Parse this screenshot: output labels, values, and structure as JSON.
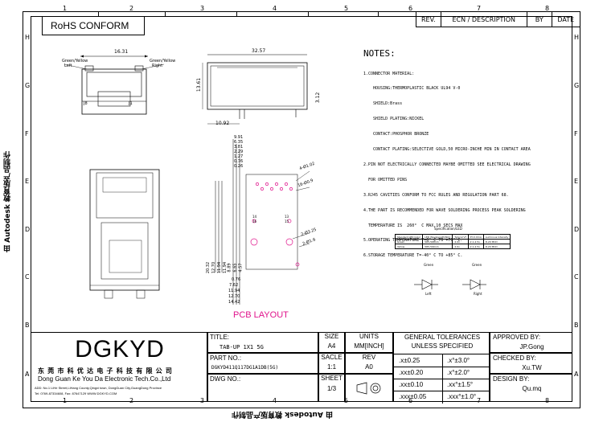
{
  "rohs_label": "RoHS CONFORM",
  "zones": {
    "columns": [
      "1",
      "2",
      "3",
      "4",
      "5",
      "6",
      "7",
      "8"
    ],
    "rows": [
      "H",
      "G",
      "F",
      "E",
      "D",
      "C",
      "B",
      "A"
    ]
  },
  "revision_table": {
    "rev": "REV.",
    "ecn": "ECN / DESCRIPTION",
    "by": "BY",
    "date": "DATE"
  },
  "notes": {
    "title": "NOTES:",
    "lines": [
      "1.CONNECTOR MATERIAL:",
      "    HOUSING:THERMOPLASTIC BLACK UL94 V-0",
      "    SHIELD:Brass",
      "    SHIELD PLATING:NICKEL",
      "    CONTACT:PHOSPHOR BRONZE",
      "    CONTACT PLATING:SELECTIVE GOLD,50 MICRO-INCHE MIN IN CONTACT AREA",
      "2.PIN NOT ELECTRICALLY CONNECTED MAYBE OMITTED SEE ELECTRICAL DRAWING",
      "  FOR OMITTED PINS",
      "3.RJ45 CAVITIES CONFORM TO FCC RULES AND REGULATION PART 68.",
      "4.THE PART IS RECOMMENDED FOR WAVE SOLDERING PROCESS PEAK SOLDERING",
      "  TEMPERATURE IS  260°  C MAX,10 SECS MAX",
      "5.OPERATING TEMPERATURE T=0° C TO +70° C.",
      "6.STORAGE TEMPERATURE T=-40° C TO +85° C."
    ]
  },
  "led_spec": {
    "title": "Specification/LED",
    "headers": [
      "Standard LED Color",
      "LED Wavelength(Nm)",
      "Typical Vf",
      "If=2.0mA",
      "Luminous Intensity"
    ],
    "rows": [
      [
        "Green",
        "565-568nm",
        "2.0v",
        "2.1-2.5v",
        "8-20 MCD"
      ],
      [
        "Yellow",
        "585-590nm",
        "2.0v",
        "2.1-2.5v",
        "8-20 MCD"
      ]
    ],
    "left_led": {
      "label": "Green",
      "side": "Left"
    },
    "right_led": {
      "label": "Green",
      "side": "Right"
    }
  },
  "front_view": {
    "dim_width": "16.31",
    "led_left": "Green/Yellow",
    "led_left_side": "Left",
    "led_right": "Green/Yellow",
    "led_right_side": "Right",
    "pin_a": "J8",
    "pin_b": "J1"
  },
  "side_view": {
    "dim_length": "32.57",
    "dim_height": "13.61",
    "dim_pin": "3.12",
    "dim_offset": "10.92"
  },
  "pcb": {
    "label": "PCB LAYOUT",
    "top_dims": [
      "9.91",
      "6.35",
      "3.81",
      "2.29",
      "1.27",
      "0.76",
      "0.26"
    ],
    "left_dims": [
      "20.32",
      "12.70",
      "11.94",
      "11.94",
      "8.89",
      "6.65",
      "4.57"
    ],
    "bottom_dims": [
      "0.76",
      "7.62",
      "11.94",
      "12.70",
      "14.42"
    ],
    "hole_dims": [
      "4-Ø1.02",
      "16-Ø0.9",
      "2-Ø3.25",
      "2-Ø1.6"
    ],
    "pin_numbers": [
      "14",
      "13",
      "16",
      "15"
    ]
  },
  "title_block": {
    "logo": "DGKYD",
    "company_cn": "东 莞 市 科 优 达 电 子 科 技 有 限 公 司",
    "company_en": "Dong Guan Ke You Da Electronic Tech.Co.,Ltd",
    "address": "ADD: No.1 LiHe Street,LiHang County,Qingxi town, DongGuan City,GuangDong Province",
    "contact": "Tel: 0769-87334608, Fax: 87647129  WWW.DGKYD.COM",
    "title_label": "TITLE:",
    "title_value": "TAB-UP 1X1 5G",
    "part_label": "PART NO.:",
    "part_value": "DGKYD411Q117DG1A1DB(5G)",
    "dwg_label": "DWG NO.:",
    "dwg_value": "",
    "size_label": "SIZE",
    "size_value": "A4",
    "scale_label": "SACLE",
    "scale_value": "1:1",
    "sheet_label": "SHEET",
    "sheet_value": "1/3",
    "units_label": "UNITS",
    "units_value": "MM[INCH]",
    "rev_label": "REV",
    "rev_value": "A0",
    "tol_title": "GENERAL TOLERANCES",
    "tol_subtitle": "UNLESS SPECIFIED",
    "tolerances": [
      [
        ".x±0.25",
        ".x°±3.0°"
      ],
      [
        ".xx±0.20",
        ".x°±2.0°"
      ],
      [
        ".xx±0.10",
        ".xx°±1.5°"
      ],
      [
        ".xxx±0.05",
        ".xxx°±1.0°"
      ]
    ],
    "approved_label": "APPROVED BY:",
    "approved_value": "JP.Gong",
    "checked_label": "CHECKED BY:",
    "checked_value": "Xu.TW",
    "design_label": "DESIGN BY:",
    "design_value": "Qu.mq"
  },
  "watermark": "由 Autodesk 教育版产品制作"
}
